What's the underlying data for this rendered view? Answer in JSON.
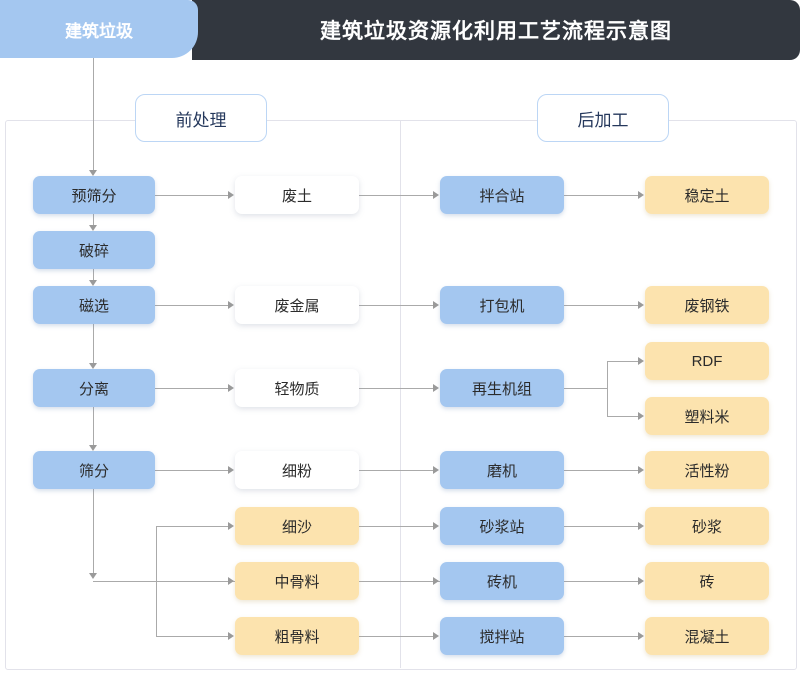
{
  "header": {
    "source_tab": "建筑垃圾",
    "title": "建筑垃圾资源化利用工艺流程示意图",
    "colors": {
      "bar": "#32373f",
      "tab": "#a4c7f0",
      "blue_node": "#a4c7f0",
      "yellow_node": "#fce3ae",
      "white_node": "#ffffff",
      "connector": "#aaaaaa",
      "label_border": "#bcd6f5",
      "label_text": "#25385c"
    }
  },
  "sections": {
    "pre": "前处理",
    "post": "后加工"
  },
  "process_column": [
    {
      "label": "预筛分"
    },
    {
      "label": "破碎"
    },
    {
      "label": "磁选"
    },
    {
      "label": "分离"
    },
    {
      "label": "筛分"
    }
  ],
  "intermediate_column": [
    {
      "label": "废土"
    },
    {
      "label": "废金属"
    },
    {
      "label": "轻物质"
    },
    {
      "label": "细粉"
    },
    {
      "label": "细沙"
    },
    {
      "label": "中骨料"
    },
    {
      "label": "粗骨料"
    }
  ],
  "equipment_column": [
    {
      "label": "拌合站"
    },
    {
      "label": "打包机"
    },
    {
      "label": "再生机组"
    },
    {
      "label": "磨机"
    },
    {
      "label": "砂浆站"
    },
    {
      "label": "砖机"
    },
    {
      "label": "搅拌站"
    }
  ],
  "product_column": [
    {
      "label": "稳定土"
    },
    {
      "label": "废钢铁"
    },
    {
      "label": "RDF"
    },
    {
      "label": "塑料米"
    },
    {
      "label": "活性粉"
    },
    {
      "label": "砂浆"
    },
    {
      "label": "砖"
    },
    {
      "label": "混凝土"
    }
  ]
}
